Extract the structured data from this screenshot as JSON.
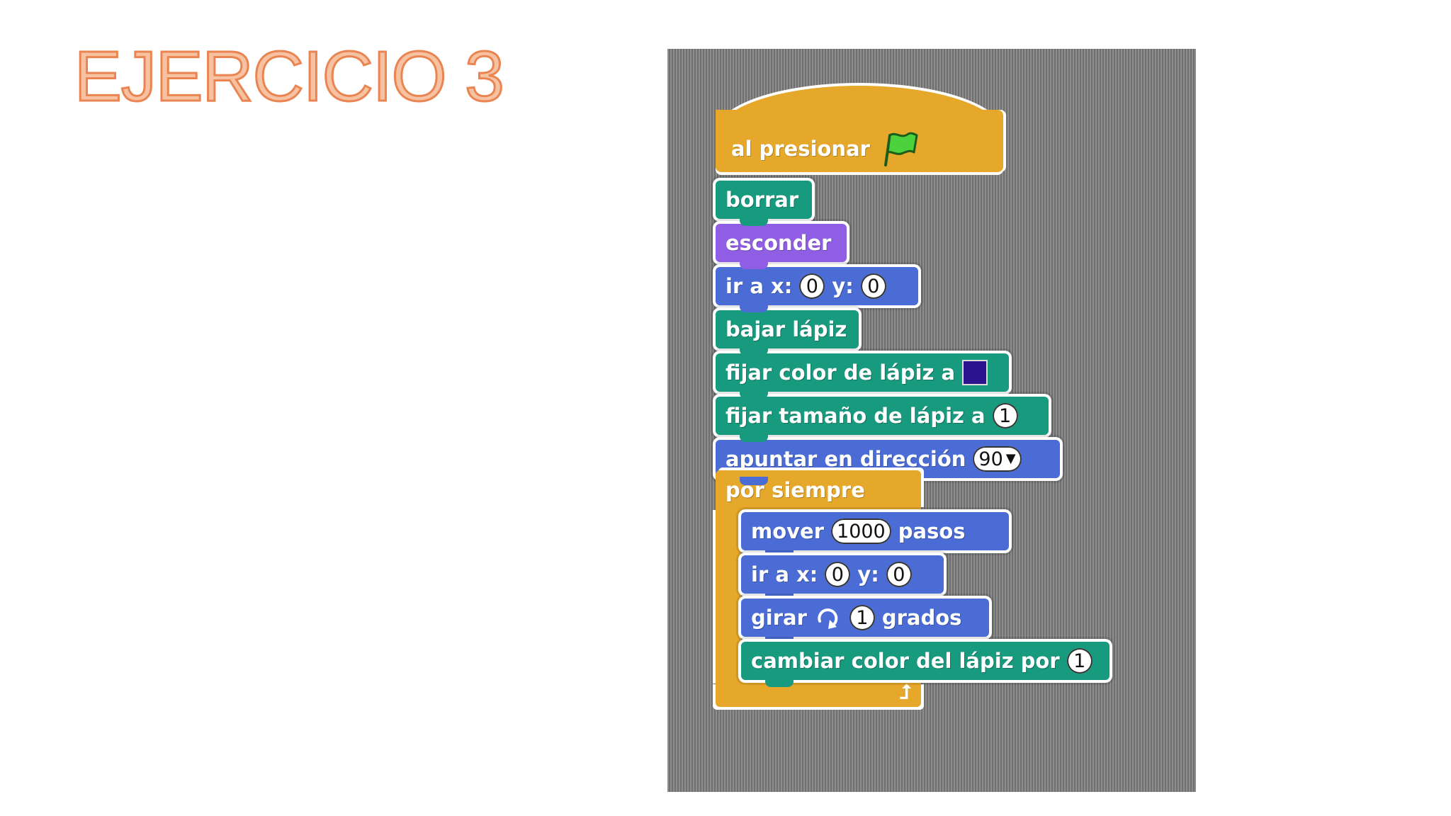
{
  "slide": {
    "title": "EJERCICIO 3"
  },
  "script": {
    "hat": {
      "label": "al presionar",
      "icon": "green-flag-icon"
    },
    "borrar": "borrar",
    "esconder": "esconder",
    "goto1": {
      "label_x": "ir a x:",
      "x": "0",
      "label_y": "y:",
      "y": "0"
    },
    "pen_down": "bajar lápiz",
    "set_pen_color": {
      "label": "fijar color de lápiz a",
      "color": "#2a138c"
    },
    "set_pen_size": {
      "label": "fijar tamaño de lápiz a",
      "value": "1"
    },
    "point_direction": {
      "label": "apuntar en dirección",
      "value": "90"
    },
    "forever": {
      "label": "por siempre",
      "loop_icon": "loop-arrow-icon"
    },
    "move": {
      "label": "mover",
      "value": "1000",
      "suffix": "pasos"
    },
    "goto2": {
      "label_x": "ir a x:",
      "x": "0",
      "label_y": "y:",
      "y": "0"
    },
    "turn": {
      "label": "girar",
      "icon": "rotate-clockwise-icon",
      "value": "1",
      "suffix": "grados"
    },
    "change_pen_color": {
      "label": "cambiar color del lápiz por",
      "value": "1"
    }
  },
  "colors": {
    "title_fill": "#f7c2a2",
    "title_stroke": "#ea8552",
    "control": "#e6a82a",
    "pen": "#179a7e",
    "looks": "#8f5ee5",
    "motion": "#4a6cd4",
    "canvas": "#808080"
  }
}
